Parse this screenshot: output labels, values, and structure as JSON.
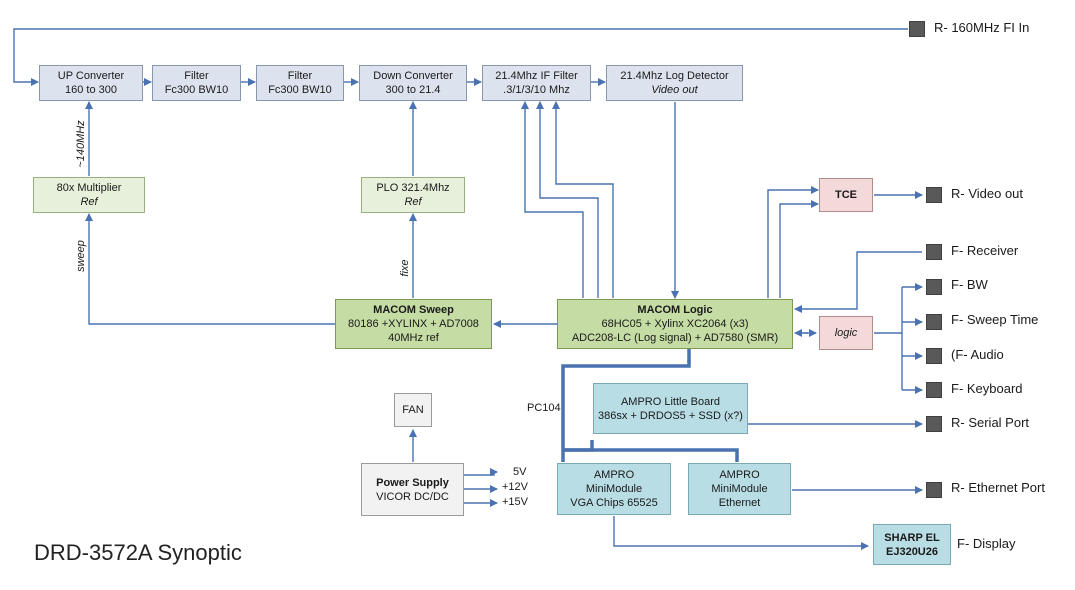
{
  "title": "DRD-3572A Synoptic",
  "boxes": {
    "up_converter": {
      "line1": "UP Converter",
      "line2": "160 to 300"
    },
    "filter1": {
      "line1": "Filter",
      "line2": "Fc300 BW10"
    },
    "filter2": {
      "line1": "Filter",
      "line2": "Fc300 BW10"
    },
    "down_converter": {
      "line1": "Down Converter",
      "line2": "300 to 21.4"
    },
    "if_filter": {
      "line1": "21.4Mhz  IF Filter",
      "line2": ".3/1/3/10 Mhz"
    },
    "log_detector": {
      "line1": "21.4Mhz  Log Detector",
      "line2": "Video out"
    },
    "multiplier": {
      "line1": "80x Multiplier",
      "line2": "Ref"
    },
    "plo": {
      "line1": "PLO  321.4Mhz",
      "line2": "Ref"
    },
    "macom_sweep": {
      "line1": "MACOM Sweep",
      "line2": "80186 +XYLINX + AD7008",
      "line3": "40MHz ref"
    },
    "macom_logic": {
      "line1": "MACOM Logic",
      "line2": "68HC05 + Xylinx XC2064 (x3)",
      "line3": "ADC208-LC (Log signal) + AD7580 (SMR)"
    },
    "tce": {
      "line1": "TCE"
    },
    "logic": {
      "line1": "logic"
    },
    "ampro_little": {
      "line1": "AMPRO Little Board",
      "line2": "386sx + DRDOS5 + SSD (x?)"
    },
    "ampro_vga": {
      "line1": "AMPRO",
      "line2": "MiniModule",
      "line3": "VGA Chips 65525"
    },
    "ampro_eth": {
      "line1": "AMPRO",
      "line2": "MiniModule",
      "line3": "Ethernet"
    },
    "fan": {
      "line1": "FAN"
    },
    "power_supply": {
      "line1": "Power Supply",
      "line2": "VICOR DC/DC"
    },
    "sharp": {
      "line1": "SHARP EL",
      "line2": "EJ320U26"
    }
  },
  "ports": {
    "fi_in": "R- 160MHz FI In",
    "video_out": "R- Video out",
    "receiver": "F- Receiver",
    "bw": "F- BW",
    "sweep_time": "F- Sweep Time",
    "audio": "(F- Audio",
    "keyboard": "F- Keyboard",
    "serial": "R- Serial Port",
    "ethernet": "R- Ethernet  Port",
    "display": "F- Display"
  },
  "labels": {
    "mhz140": "~140MHz",
    "sweep": "sweep",
    "fixe": "fixe",
    "pc104": "PC104",
    "v5": "5V",
    "v12": "+12V",
    "v15": "+15V"
  },
  "colors": {
    "line": "#4a72b0",
    "bus": "#4a72b0",
    "port": "#595959"
  }
}
